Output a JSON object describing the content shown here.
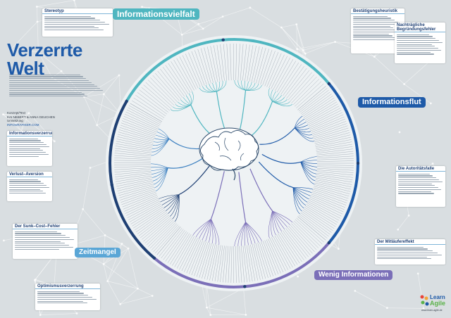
{
  "poster": {
    "title_line1": "Verzerrte",
    "title_line2": "Welt",
    "credits_label": "Konzept/Text",
    "credits_authors": "KAI NEBERT & ANNA GEUCHEN",
    "credits_design_label": "Umsetzung",
    "credits_site": "INFOGRAFIKER.COM"
  },
  "banners": {
    "top": "Informationsvielfalt",
    "right": "Informationsflut",
    "left": "Zeitmangel",
    "bottom": "Wenig Informationen"
  },
  "boxes": {
    "stereotyp": "Stereotyp",
    "informationsverzerrung": "Informationsverzerrung",
    "verlust": "Verlust–Aversion",
    "sunk_cost": "Der Sunk–Cost–Fehler",
    "optimismus": "Optimismusverzerrung",
    "bestaetigung": "Bestätigungsheuristik",
    "nachtraeglich": "Nachträgliche Begründungsfehler",
    "autoritaet": "Die Autoritätsfalle",
    "mitlaeufer": "Der Mitläufereffekt"
  },
  "logo": {
    "line1": "Learn",
    "line2": "Agile",
    "url": "www.learn-agile.de"
  },
  "colors": {
    "teal": "#4fb6c0",
    "blue": "#1e5aa8",
    "purple": "#7b6fb8",
    "navy": "#1e3f73"
  }
}
